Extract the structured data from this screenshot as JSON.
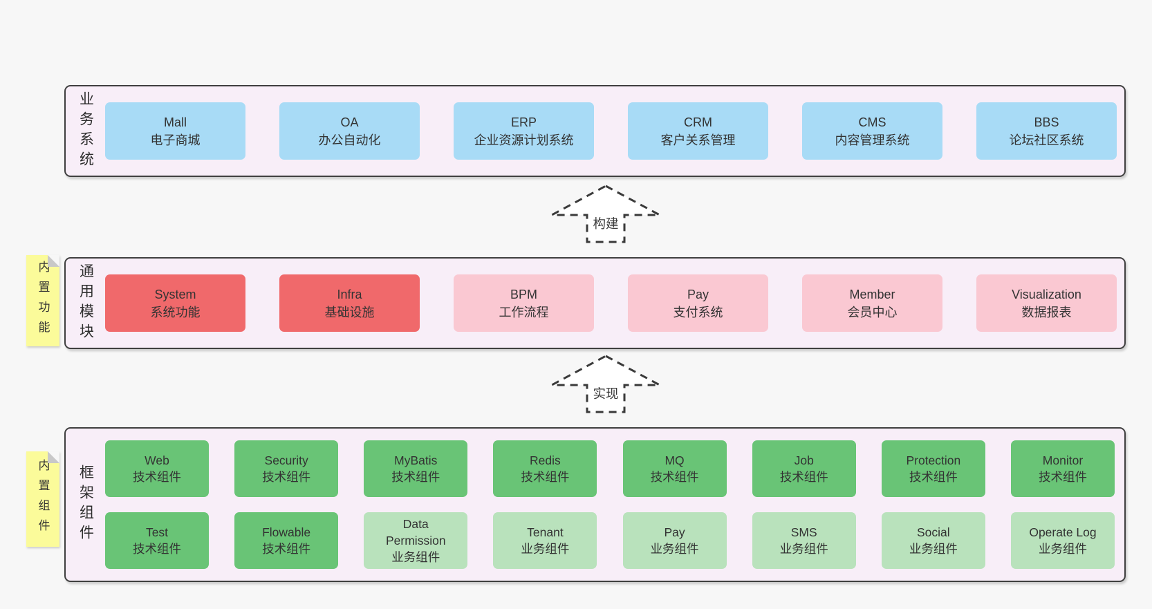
{
  "diagram": {
    "palette": {
      "background": "#f7f7f7",
      "band_bg": "#f8eef8",
      "band_border": "#3f3f3f",
      "blue": "#a8dbf6",
      "red": "#f0696b",
      "pink": "#fac8d2",
      "green": "#69c476",
      "light_green": "#b9e2bc",
      "sticky_yellow": "#fbfb9a",
      "sticky_fold": "#c8c8c8",
      "text": "#333333"
    },
    "arrows": [
      {
        "label": "构建"
      },
      {
        "label": "实现"
      }
    ],
    "bands": [
      {
        "label": "业务系统",
        "boxes": [
          {
            "name": "Mall",
            "desc": "电子商城"
          },
          {
            "name": "OA",
            "desc": "办公自动化"
          },
          {
            "name": "ERP",
            "desc": "企业资源计划系统"
          },
          {
            "name": "CRM",
            "desc": "客户关系管理"
          },
          {
            "name": "CMS",
            "desc": "内容管理系统"
          },
          {
            "name": "BBS",
            "desc": "论坛社区系统"
          }
        ]
      },
      {
        "label": "通用模块",
        "sticky": "内置功能",
        "boxes": [
          {
            "name": "System",
            "desc": "系统功能"
          },
          {
            "name": "Infra",
            "desc": "基础设施"
          },
          {
            "name": "BPM",
            "desc": "工作流程"
          },
          {
            "name": "Pay",
            "desc": "支付系统"
          },
          {
            "name": "Member",
            "desc": "会员中心"
          },
          {
            "name": "Visualization",
            "desc": "数据报表"
          }
        ]
      },
      {
        "label": "框架组件",
        "sticky": "内置组件",
        "rows": [
          [
            {
              "name": "Web",
              "desc": "技术组件"
            },
            {
              "name": "Security",
              "desc": "技术组件"
            },
            {
              "name": "MyBatis",
              "desc": "技术组件"
            },
            {
              "name": "Redis",
              "desc": "技术组件"
            },
            {
              "name": "MQ",
              "desc": "技术组件"
            },
            {
              "name": "Job",
              "desc": "技术组件"
            },
            {
              "name": "Protection",
              "desc": "技术组件"
            },
            {
              "name": "Monitor",
              "desc": "技术组件"
            }
          ],
          [
            {
              "name": "Test",
              "desc": "技术组件"
            },
            {
              "name": "Flowable",
              "desc": "技术组件"
            },
            {
              "name": "Data Permission",
              "desc": "业务组件"
            },
            {
              "name": "Tenant",
              "desc": "业务组件"
            },
            {
              "name": "Pay",
              "desc": "业务组件"
            },
            {
              "name": "SMS",
              "desc": "业务组件"
            },
            {
              "name": "Social",
              "desc": "业务组件"
            },
            {
              "name": "Operate Log",
              "desc": "业务组件"
            }
          ]
        ]
      }
    ]
  }
}
